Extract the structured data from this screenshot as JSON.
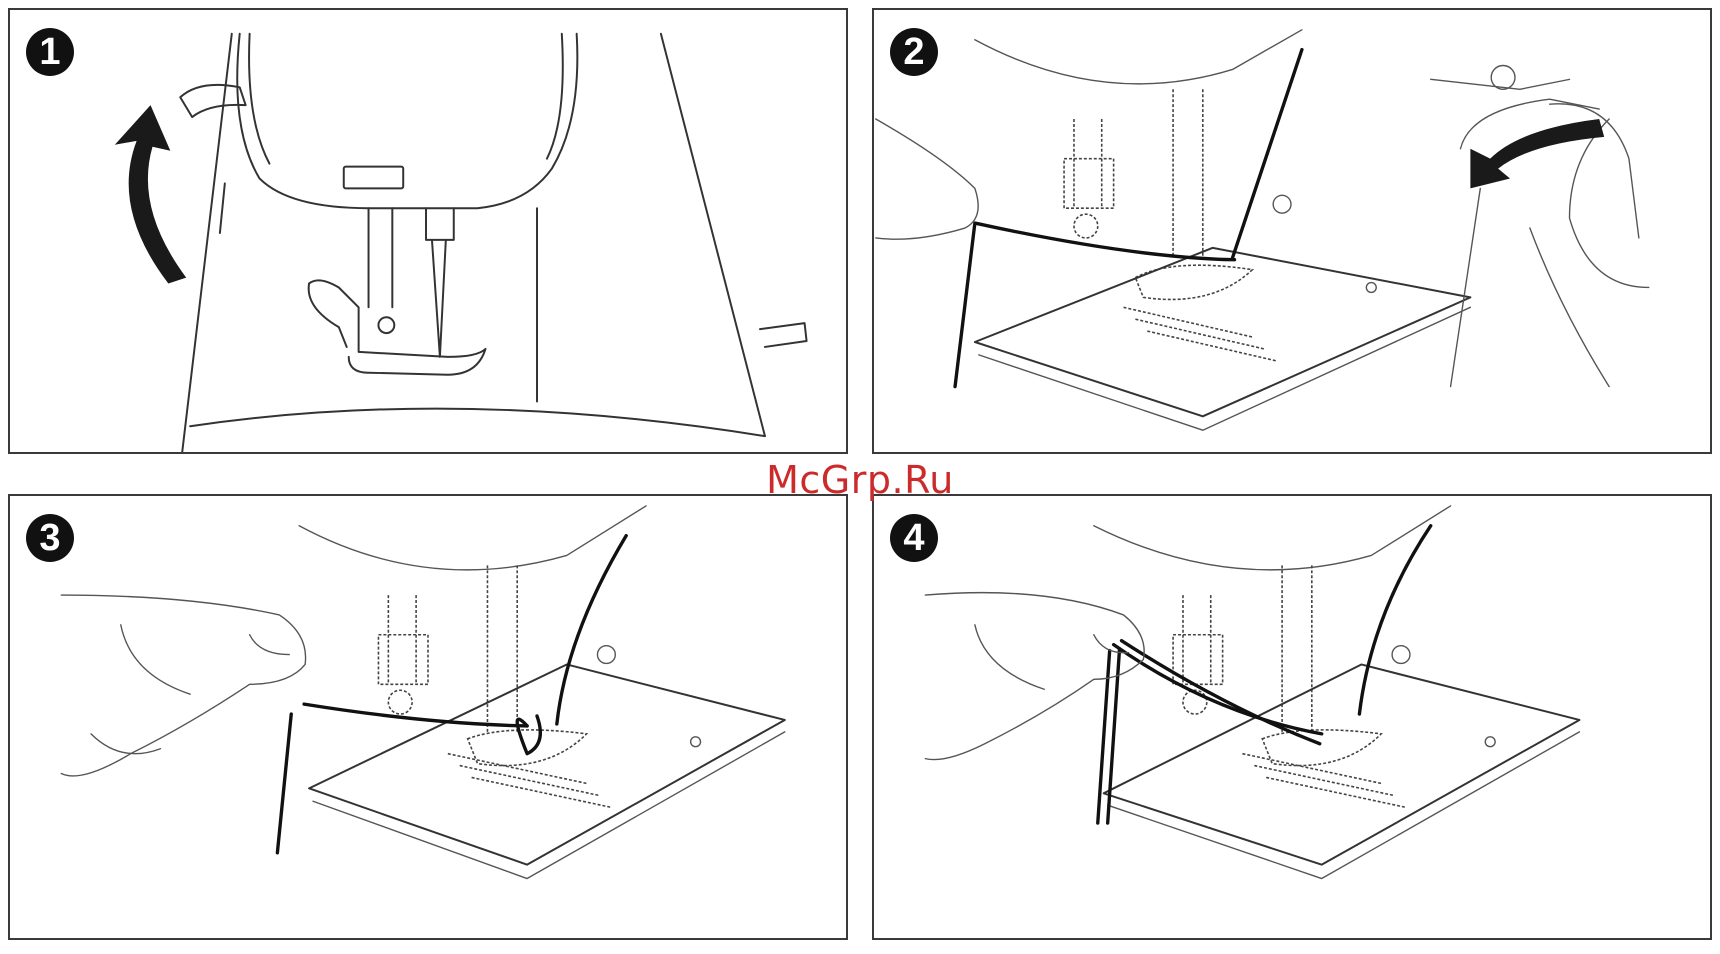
{
  "steps": [
    {
      "number": "1",
      "illustration": "presser-foot-raised"
    },
    {
      "number": "2",
      "illustration": "turn-handwheel-toward-you"
    },
    {
      "number": "3",
      "illustration": "pull-upper-thread-loop"
    },
    {
      "number": "4",
      "illustration": "pull-both-threads-back"
    }
  ],
  "watermark": "McGrp.Ru",
  "colors": {
    "frame": "#3a3a3a",
    "line": "#333333",
    "thread": "#111111",
    "watermark": "#cc2b2b"
  }
}
